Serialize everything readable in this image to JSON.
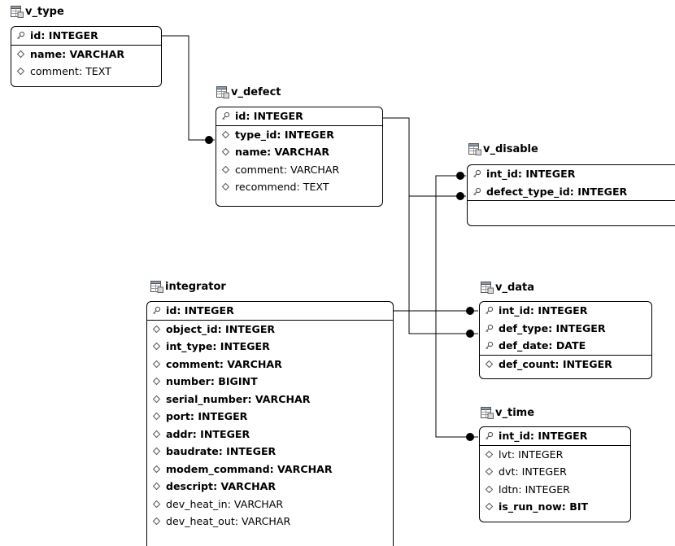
{
  "tables": {
    "v_type": {
      "name": "v_type",
      "columns": [
        {
          "text": "id: INTEGER",
          "icon": "key-icon"
        },
        {
          "text": "name: VARCHAR",
          "icon": "diamond-icon"
        },
        {
          "text": "comment: TEXT",
          "icon": "diamond-icon"
        }
      ]
    },
    "v_defect": {
      "name": "v_defect",
      "columns": [
        {
          "text": "id: INTEGER",
          "icon": "key-icon"
        },
        {
          "text": "type_id: INTEGER",
          "icon": "diamond-icon"
        },
        {
          "text": "name: VARCHAR",
          "icon": "diamond-icon"
        },
        {
          "text": "comment: VARCHAR",
          "icon": "diamond-icon"
        },
        {
          "text": "recommend: TEXT",
          "icon": "diamond-icon"
        }
      ]
    },
    "v_disable": {
      "name": "v_disable",
      "columns": [
        {
          "text": "int_id: INTEGER",
          "icon": "key-icon"
        },
        {
          "text": "defect_type_id: INTEGER",
          "icon": "key-icon"
        }
      ]
    },
    "integrator": {
      "name": "integrator",
      "columns": [
        {
          "text": "id: INTEGER",
          "icon": "key-icon"
        },
        {
          "text": "object_id: INTEGER",
          "icon": "diamond-icon"
        },
        {
          "text": "int_type: INTEGER",
          "icon": "diamond-icon"
        },
        {
          "text": "comment: VARCHAR",
          "icon": "diamond-icon"
        },
        {
          "text": "number: BIGINT",
          "icon": "diamond-icon"
        },
        {
          "text": "serial_number: VARCHAR",
          "icon": "diamond-icon"
        },
        {
          "text": "port: INTEGER",
          "icon": "diamond-icon"
        },
        {
          "text": "addr: INTEGER",
          "icon": "diamond-icon"
        },
        {
          "text": "baudrate: INTEGER",
          "icon": "diamond-icon"
        },
        {
          "text": "modem_command: VARCHAR",
          "icon": "diamond-icon"
        },
        {
          "text": "descript: VARCHAR",
          "icon": "diamond-icon"
        },
        {
          "text": "dev_heat_in: VARCHAR",
          "icon": "diamond-icon"
        },
        {
          "text": "dev_heat_out: VARCHAR",
          "icon": "diamond-icon"
        }
      ]
    },
    "v_data": {
      "name": "v_data",
      "columns": [
        {
          "text": "int_id: INTEGER",
          "icon": "key-icon"
        },
        {
          "text": "def_type: INTEGER",
          "icon": "key-icon"
        },
        {
          "text": "def_date: DATE",
          "icon": "key-icon"
        },
        {
          "text": "def_count: INTEGER",
          "icon": "diamond-icon"
        }
      ]
    },
    "v_time": {
      "name": "v_time",
      "columns": [
        {
          "text": "int_id: INTEGER",
          "icon": "key-icon"
        },
        {
          "text": "lvt: INTEGER",
          "icon": "diamond-icon"
        },
        {
          "text": "dvt: INTEGER",
          "icon": "diamond-icon"
        },
        {
          "text": "ldtn: INTEGER",
          "icon": "diamond-icon"
        },
        {
          "text": "is_run_now: BIT",
          "icon": "diamond-icon"
        }
      ]
    }
  }
}
